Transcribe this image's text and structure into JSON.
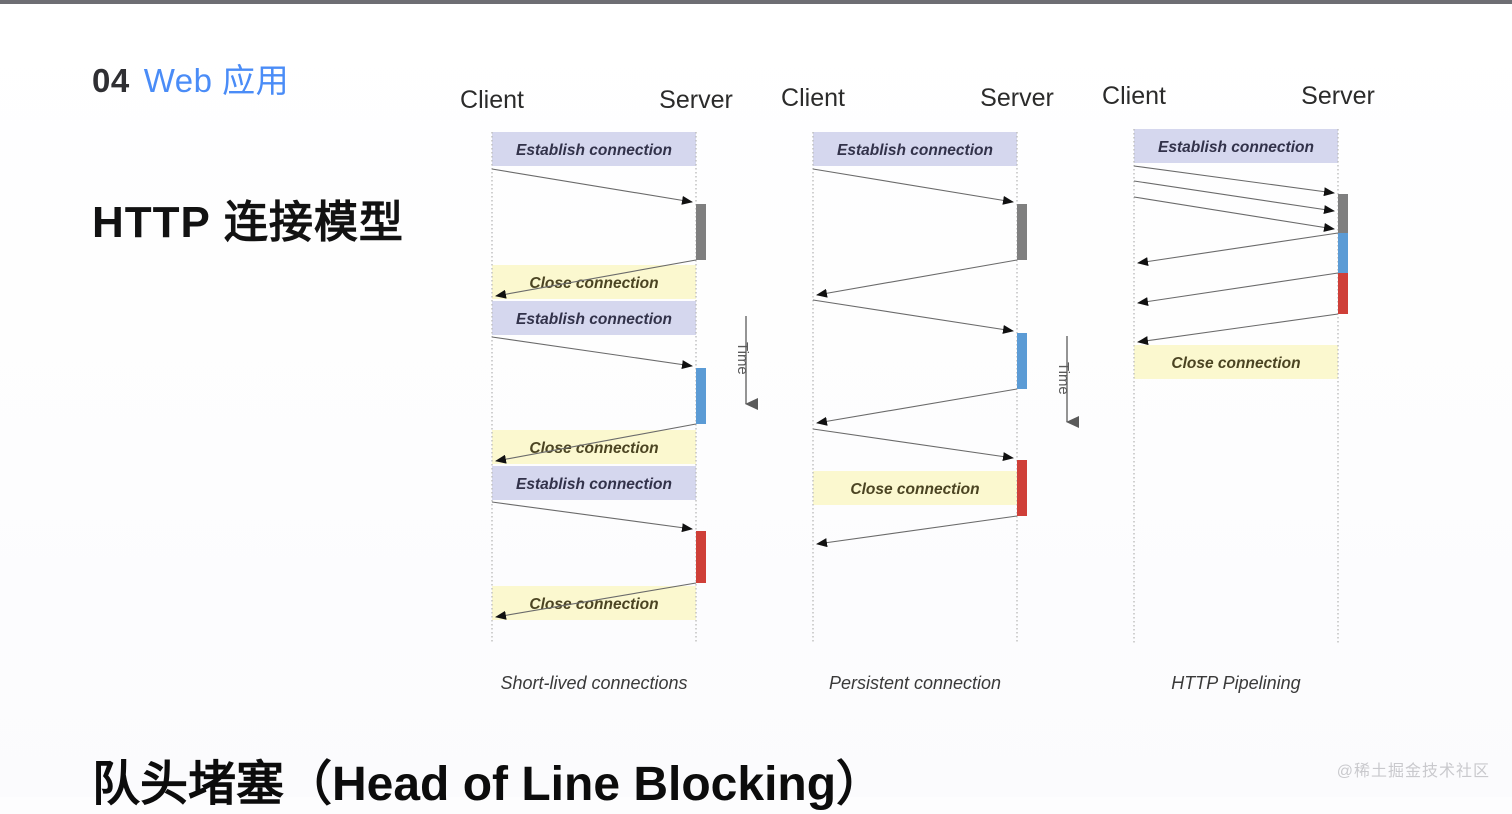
{
  "page": {
    "background": "#fdfdfe",
    "topbar_color": "#6e6e73",
    "watermark": "@稀土掘金技术社区"
  },
  "header": {
    "section_number": "04",
    "section_label": "Web 应用",
    "accent_color": "#4a8cf7",
    "title_latin": "HTTP",
    "title_cjk": "连接模型"
  },
  "bottom_heading": "队头堵塞（Head of Line Blocking）",
  "diagram": {
    "lane_labels": {
      "client": "Client",
      "server": "Server"
    },
    "band_text": {
      "establish": "Establish connection",
      "close": "Close connection"
    },
    "time_label": "Time",
    "colors": {
      "establish_band": "#d5d7ee",
      "close_band": "#fbf8cf",
      "lifeline": "#bdbdbd",
      "arrow": "#6a6a6a",
      "bar_gray": "#7f7f7f",
      "bar_blue": "#5b9bd5",
      "bar_red": "#cf3f38"
    },
    "columns": [
      {
        "id": "short-lived",
        "caption": "Short-lived connections",
        "bands": [
          {
            "type": "establish",
            "text": "Establish connection"
          },
          {
            "type": "close",
            "text": "Close connection"
          },
          {
            "type": "establish",
            "text": "Establish connection"
          },
          {
            "type": "close",
            "text": "Close connection"
          },
          {
            "type": "establish",
            "text": "Establish connection"
          },
          {
            "type": "close",
            "text": "Close connection"
          }
        ],
        "server_bars": [
          {
            "color": "#7f7f7f"
          },
          {
            "color": "#5b9bd5"
          },
          {
            "color": "#cf3f38"
          }
        ],
        "request_count": 3,
        "response_count": 3,
        "time_axis": true
      },
      {
        "id": "persistent",
        "caption": "Persistent connection",
        "bands": [
          {
            "type": "establish",
            "text": "Establish connection"
          },
          {
            "type": "close",
            "text": "Close connection"
          }
        ],
        "server_bars": [
          {
            "color": "#7f7f7f"
          },
          {
            "color": "#5b9bd5"
          },
          {
            "color": "#cf3f38"
          }
        ],
        "request_count": 3,
        "response_count": 3,
        "time_axis": true
      },
      {
        "id": "pipelining",
        "caption": "HTTP Pipelining",
        "bands": [
          {
            "type": "establish",
            "text": "Establish connection"
          },
          {
            "type": "close",
            "text": "Close connection"
          }
        ],
        "server_bars": [
          {
            "color": "#7f7f7f"
          },
          {
            "color": "#5b9bd5"
          },
          {
            "color": "#cf3f38"
          }
        ],
        "request_count": 3,
        "response_count": 3,
        "time_axis": false
      }
    ]
  }
}
